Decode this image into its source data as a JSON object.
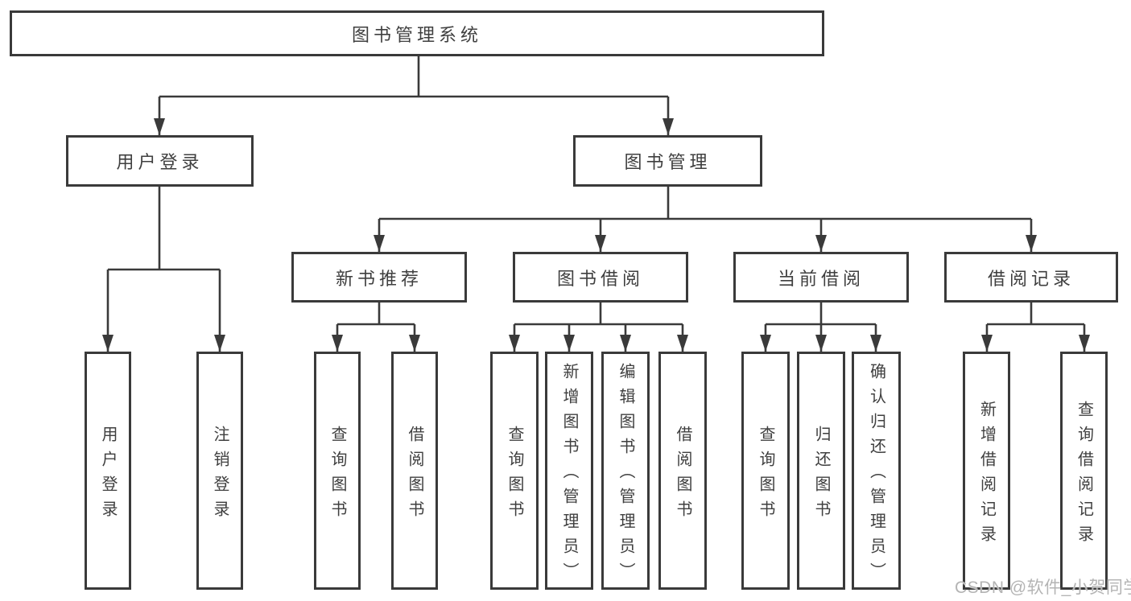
{
  "diagram": {
    "root": {
      "label": "图书管理系统"
    },
    "level2": [
      {
        "label": "用户登录"
      },
      {
        "label": "图书管理"
      }
    ],
    "level3": [
      {
        "label": "新书推荐",
        "parent": "图书管理"
      },
      {
        "label": "图书借阅",
        "parent": "图书管理"
      },
      {
        "label": "当前借阅",
        "parent": "图书管理"
      },
      {
        "label": "借阅记录",
        "parent": "图书管理"
      }
    ],
    "leaves": [
      {
        "label": "用户登录",
        "parent": "用户登录"
      },
      {
        "label": "注销登录",
        "parent": "用户登录"
      },
      {
        "label": "查询图书",
        "parent": "新书推荐"
      },
      {
        "label": "借阅图书",
        "parent": "新书推荐"
      },
      {
        "label": "查询图书",
        "parent": "图书借阅"
      },
      {
        "label": "新增图书（管理员）",
        "parent": "图书借阅"
      },
      {
        "label": "编辑图书（管理员）",
        "parent": "图书借阅"
      },
      {
        "label": "借阅图书",
        "parent": "图书借阅"
      },
      {
        "label": "查询图书",
        "parent": "当前借阅"
      },
      {
        "label": "归还图书",
        "parent": "当前借阅"
      },
      {
        "label": "确认归还（管理员）",
        "parent": "当前借阅"
      },
      {
        "label": "新增借阅记录",
        "parent": "借阅记录"
      },
      {
        "label": "查询借阅记录",
        "parent": "借阅记录"
      }
    ]
  },
  "watermark": {
    "text": "CSDN @软件_小贺同学"
  },
  "colors": {
    "line": "#3a3a3a",
    "text": "#3f3f3f",
    "background": "#ffffff",
    "watermark": "#b4b4b4"
  }
}
